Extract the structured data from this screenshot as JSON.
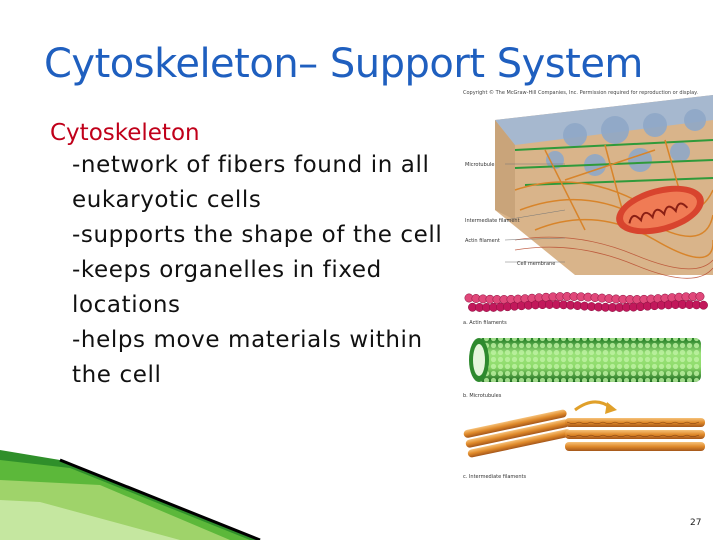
{
  "slide": {
    "title": "Cytoskeleton– Support System",
    "heading": "Cytoskeleton",
    "bullets": [
      "-network of fibers found in all eukaryotic cells",
      "-supports the shape of the cell",
      "-keeps organelles in fixed locations",
      "-helps move materials within the cell"
    ],
    "page_number": "27"
  },
  "figure": {
    "copyright": "Copyright © The McGraw-Hill Companies, Inc. Permission required for reproduction or display.",
    "labels": {
      "microtubule": "Microtubule",
      "intermediate_filament": "Intermediate filament",
      "actin_filament": "Actin filament",
      "cell_membrane": "Cell membrane",
      "panel_a": "a. Actin filaments",
      "panel_b": "b. Microtubules",
      "panel_c": "c. Intermediate filaments"
    }
  },
  "colors": {
    "title": "#1f5fbf",
    "heading": "#c0001a",
    "accent_green": "#4a9a2a"
  }
}
